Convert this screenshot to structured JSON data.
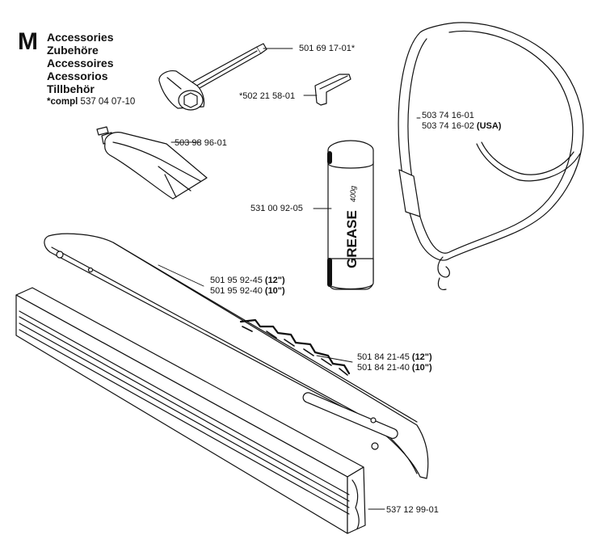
{
  "header": {
    "letter": "M",
    "titles": [
      "Accessories",
      "Zubehöre",
      "Accessoires",
      "Acessorios",
      "Tillbehör"
    ],
    "compl_prefix": "*compl",
    "compl_number": "537 04 07-10"
  },
  "parts": {
    "combination_wrench": {
      "number": "501 69 17-01*"
    },
    "hex_key": {
      "number": "*502 21 58-01"
    },
    "grease_tube": {
      "number": "503 98 96-01"
    },
    "harness_1": {
      "number": "503 74 16-01"
    },
    "harness_2": {
      "number": "503 74 16-02",
      "suffix": "(USA)"
    },
    "grease_can": {
      "number": "531 00 92-05",
      "label": "GREASE",
      "weight": "400g"
    },
    "bar_12": {
      "number": "501 95 92-45",
      "suffix": "(12\")"
    },
    "bar_10": {
      "number": "501 95 92-40",
      "suffix": "(10\")"
    },
    "chain_12": {
      "number": "501 84 21-45",
      "suffix": "(12\")"
    },
    "chain_10": {
      "number": "501 84 21-40",
      "suffix": "(10\")"
    },
    "bar_cover": {
      "number": "537 12 99-01"
    }
  }
}
